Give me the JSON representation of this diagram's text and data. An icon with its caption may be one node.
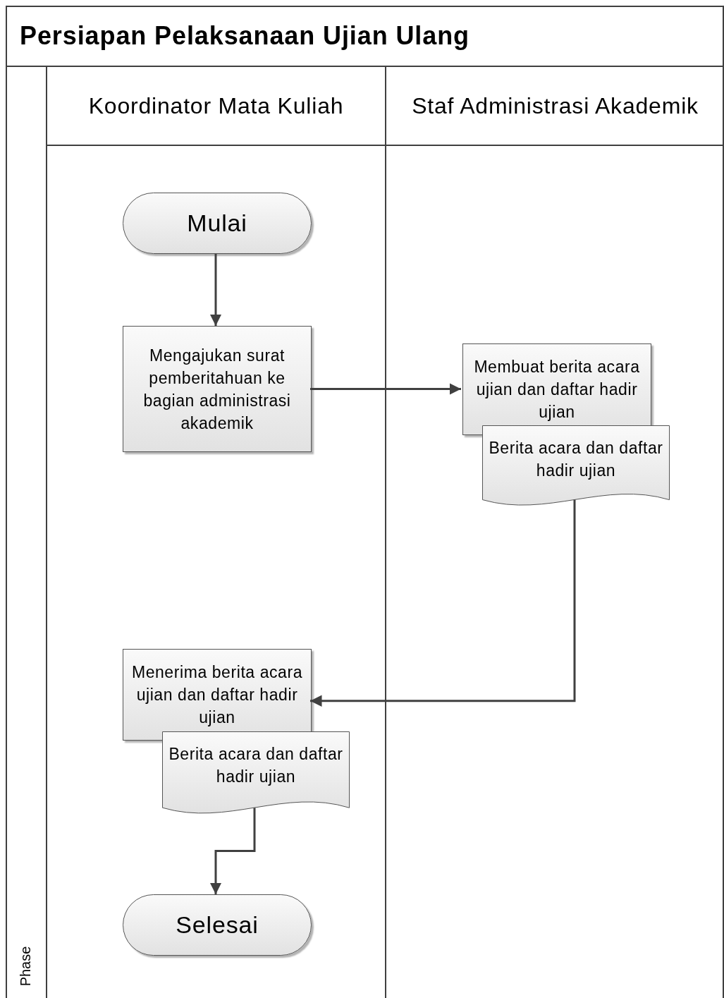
{
  "diagram": {
    "title": "Persiapan Pelaksanaan Ujian Ulang",
    "nodes": [
      {
        "text": [
          "Koordinator Mata Kuliah"
        ]
      },
      {
        "text": [
          "Staf Administrasi Akademik"
        ]
      },
      {
        "text": [
          "Mulai"
        ],
        "in": 0
      },
      {
        "text": [
          "Mengajukan surat pemberitahuan ke bagian administrasi akademik"
        ],
        "in": 0
      },
      {
        "text": [
          "Membuat berita acara ujian dan daftar hadir ujian"
        ],
        "in": 1
      },
      {
        "text": [
          "Berita acara dan daftar hadir ujian"
        ],
        "in": 1
      },
      {
        "text": [
          "Menerima berita acara ujian dan daftar hadir ujian"
        ],
        "in": 0
      },
      {
        "text": [
          "Berita acara dan daftar hadir ujian"
        ],
        "in": 0
      },
      {
        "text": [
          "Selesai"
        ],
        "in": 0
      }
    ],
    "edges": [
      {
        "from": 2,
        "to": 3,
        "arrow": "to"
      },
      {
        "from": 3,
        "to": 4,
        "arrow": "to"
      },
      {
        "from": 5,
        "to": 6,
        "arrow": "to"
      },
      {
        "from": 7,
        "to": 8,
        "arrow": "to"
      }
    ],
    "labels": [
      "Phase"
    ]
  }
}
